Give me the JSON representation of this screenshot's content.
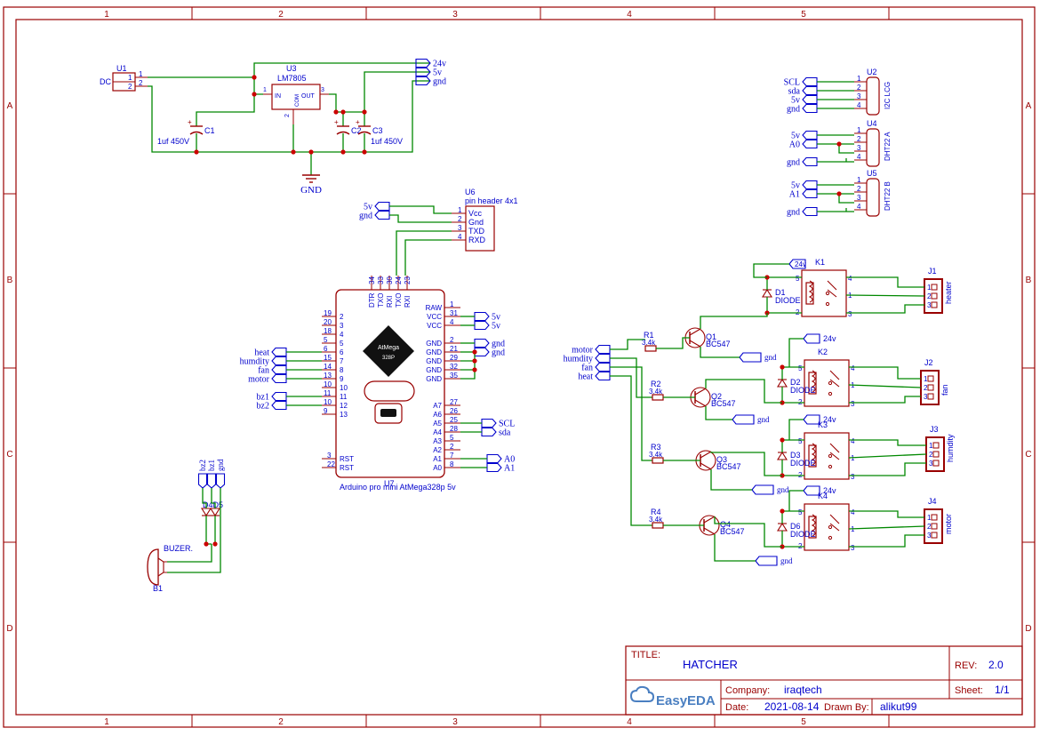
{
  "frame": {
    "cols": [
      "1",
      "2",
      "3",
      "4",
      "5"
    ],
    "rows": [
      "A",
      "B",
      "C",
      "D"
    ]
  },
  "titleblock": {
    "title_label": "TITLE:",
    "title": "HATCHER",
    "rev_label": "REV:",
    "rev": "2.0",
    "company_label": "Company:",
    "company": "iraqtech",
    "sheet_label": "Sheet:",
    "sheet": "1/1",
    "date_label": "Date:",
    "date": "2021-08-14",
    "drawn_label": "Drawn By:",
    "drawn": "alikut99",
    "brand": "EasyEDA"
  },
  "power": {
    "u1_ref": "U1",
    "u1_name": "DC",
    "u1_p1": "1",
    "u1_p2": "2",
    "u3_ref": "U3",
    "u3_name": "LM7805",
    "u3_in": "IN",
    "u3_out": "OUT",
    "u3_com": "COM",
    "u3_pin1": "1",
    "u3_pin2": "2",
    "u3_pin3": "3",
    "c1_ref": "C1",
    "c1_val": "1uf 450V",
    "c2_ref": "C2",
    "c3_ref": "C3",
    "c3_val": "1uf 450V",
    "gnd_label": "GND",
    "flag_24v": "24v",
    "flag_5v": "5v",
    "flag_gnd": "gnd"
  },
  "u6": {
    "ref": "U6",
    "name": "pin header 4x1",
    "pins": [
      {
        "num": "1",
        "name": "Vcc"
      },
      {
        "num": "2",
        "name": "Gnd"
      },
      {
        "num": "3",
        "name": "TXD"
      },
      {
        "num": "4",
        "name": "RXD"
      }
    ],
    "flag_5v": "5v",
    "flag_gnd": "gnd"
  },
  "u7": {
    "ref": "U7",
    "name": "Arduino pro mini AtMega328p 5v",
    "chip_line1": "AtMega",
    "chip_line2": "328P",
    "top_pins": [
      {
        "num": "34",
        "name": "DTR"
      },
      {
        "num": "33",
        "name": "TXO"
      },
      {
        "num": "30",
        "name": "RXI"
      },
      {
        "num": "24",
        "name": "TXO"
      },
      {
        "num": "23",
        "name": "RXI"
      }
    ],
    "left_pins": [
      {
        "num": "19",
        "name": "2"
      },
      {
        "num": "20",
        "name": "3"
      },
      {
        "num": "18",
        "name": "4"
      },
      {
        "num": "5",
        "name": "5"
      },
      {
        "num": "6",
        "name": "6"
      },
      {
        "num": "15",
        "name": "7"
      },
      {
        "num": "14",
        "name": "8"
      },
      {
        "num": "13",
        "name": "9"
      },
      {
        "num": "10",
        "name": "10"
      },
      {
        "num": "11",
        "name": "11"
      },
      {
        "num": "10",
        "name": "12"
      },
      {
        "num": "9",
        "name": "13"
      }
    ],
    "left_rst": [
      {
        "num": "3",
        "name": "RST"
      },
      {
        "num": "22",
        "name": "RST"
      }
    ],
    "right_pins": [
      {
        "num": "1",
        "name": "RAW"
      },
      {
        "num": "31",
        "name": "VCC"
      },
      {
        "num": "4",
        "name": "VCC"
      },
      {
        "num": "2",
        "name": "GND"
      },
      {
        "num": "21",
        "name": "GND"
      },
      {
        "num": "29",
        "name": "GND"
      },
      {
        "num": "32",
        "name": "GND"
      },
      {
        "num": "35",
        "name": "GND"
      }
    ],
    "right_a_pins": [
      {
        "num": "27",
        "name": "A7"
      },
      {
        "num": "26",
        "name": "A6"
      },
      {
        "num": "25",
        "name": "A5"
      },
      {
        "num": "28",
        "name": "A4"
      },
      {
        "num": "5",
        "name": "A3"
      },
      {
        "num": "2",
        "name": "A2"
      },
      {
        "num": "7",
        "name": "A1"
      },
      {
        "num": "8",
        "name": "A0"
      }
    ],
    "flags_left": [
      "heat",
      "humdity",
      "fan",
      "motor"
    ],
    "flags_bz": [
      "bz1",
      "bz2"
    ],
    "flags_vcc": [
      "5v",
      "5v"
    ],
    "flags_gnd": [
      "gnd",
      "gnd"
    ],
    "flags_i2c": [
      "SCL",
      "sda"
    ],
    "flags_analog": [
      "A0",
      "A1"
    ]
  },
  "buzzer": {
    "flags": [
      "bz2",
      "bz1",
      "gnd"
    ],
    "d_ref": "D4D5",
    "name": "BUZER.",
    "ref": "B1"
  },
  "sensors": [
    {
      "ref": "U2",
      "name": "I2C LCG",
      "pins": [
        "1",
        "2",
        "3",
        "4"
      ],
      "flags": [
        "SCL",
        "sda",
        "5v",
        "gnd"
      ]
    },
    {
      "ref": "U4",
      "name": "DHT22 A",
      "pins": [
        "1",
        "2",
        "3",
        "4"
      ],
      "flags": [
        "5v",
        "A0",
        "gnd"
      ]
    },
    {
      "ref": "U5",
      "name": "DHT22 B",
      "pins": [
        "1",
        "2",
        "3",
        "4"
      ],
      "flags": [
        "5v",
        "A1",
        "gnd"
      ]
    }
  ],
  "drivers": {
    "input_flags": [
      "motor",
      "humdity",
      "fan",
      "heat"
    ],
    "channels": [
      {
        "r_ref": "R1",
        "r_val": "3.4k",
        "q_ref": "Q1",
        "q_val": "BC547",
        "d_ref": "D1",
        "d_val": "DIODE",
        "k_ref": "K1",
        "j_ref": "J1",
        "load": "heater",
        "v": "24v",
        "gnd": "gnd"
      },
      {
        "r_ref": "R2",
        "r_val": "3.4k",
        "q_ref": "Q2",
        "q_val": "BC547",
        "d_ref": "D2",
        "d_val": "DIODE",
        "k_ref": "K2",
        "j_ref": "J2",
        "load": "fan",
        "v": "24v",
        "gnd": "gnd"
      },
      {
        "r_ref": "R3",
        "r_val": "3.4k",
        "q_ref": "Q3",
        "q_val": "BC547",
        "d_ref": "D3",
        "d_val": "DIODE",
        "k_ref": "K3",
        "j_ref": "J3",
        "load": "humdity",
        "v": "24v",
        "gnd": "gnd"
      },
      {
        "r_ref": "R4",
        "r_val": "3.4k",
        "q_ref": "Q4",
        "q_val": "BC547",
        "d_ref": "D6",
        "d_val": "DIODE",
        "k_ref": "K4",
        "j_ref": "J4",
        "load": "motor",
        "v": "24v",
        "gnd": "gnd"
      }
    ],
    "relay_pins": [
      "5",
      "2",
      "4",
      "1",
      "3"
    ],
    "jack_pins": [
      "1",
      "2",
      "3"
    ]
  },
  "colors": {
    "frame": "#990000",
    "wire": "#008800",
    "part": "#990000",
    "text": "#0000cc",
    "junction": "#cc0000"
  }
}
